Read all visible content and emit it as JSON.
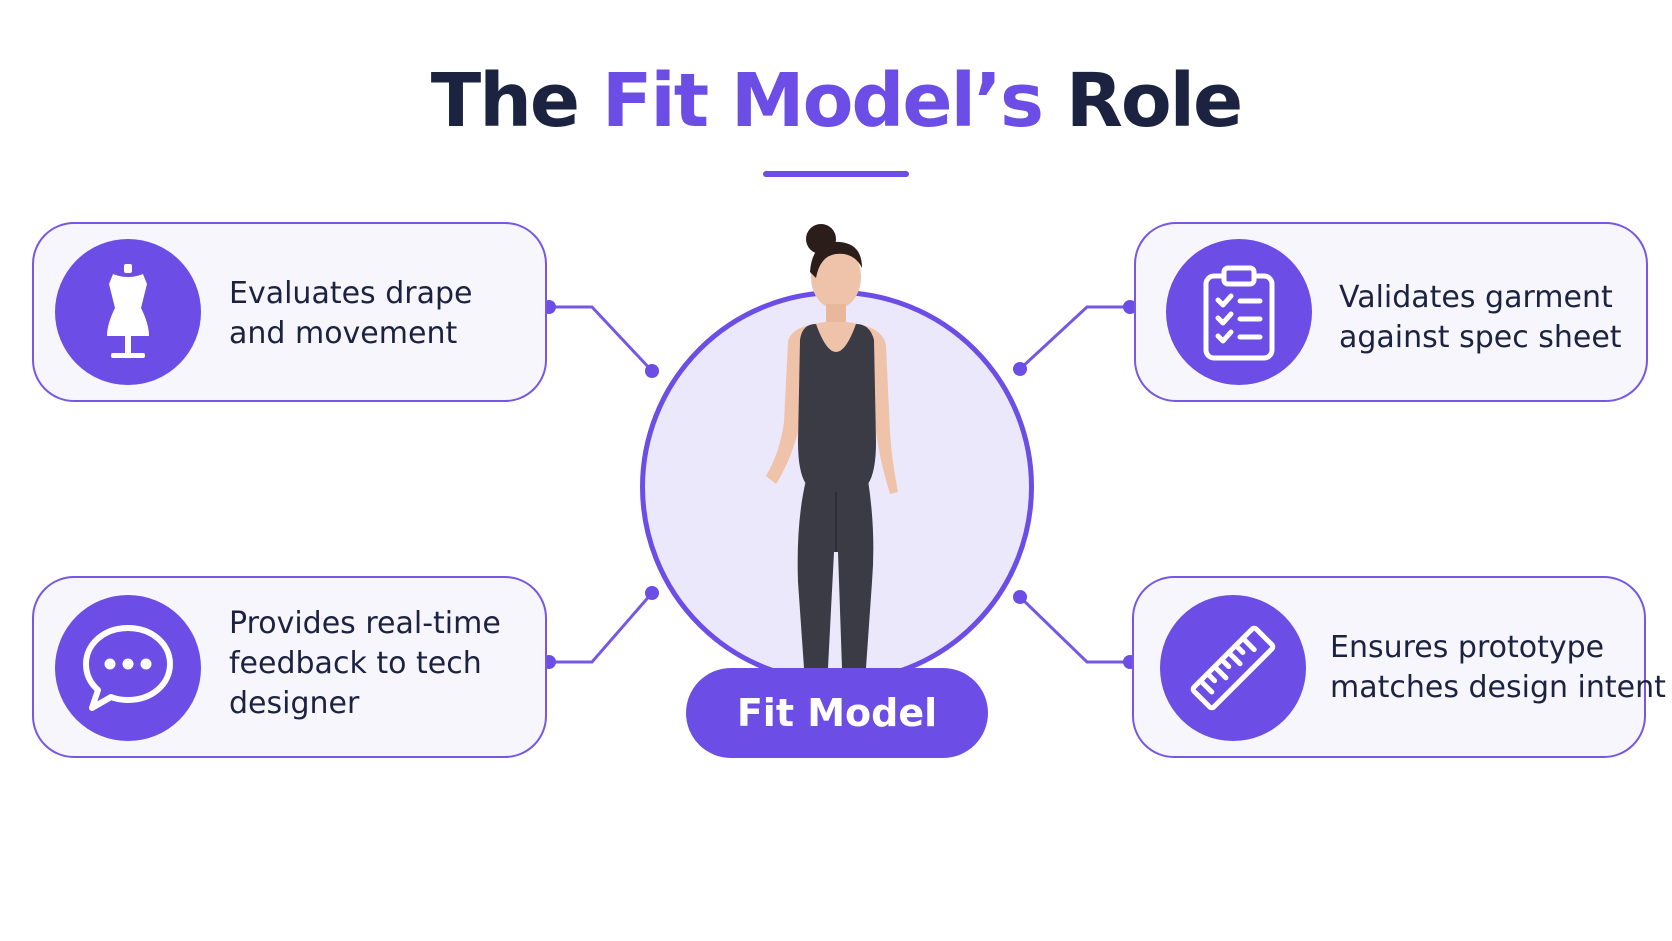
{
  "title": {
    "part1": "The ",
    "accent": "Fit Model’s",
    "part2": " Role"
  },
  "hub": {
    "label": "Fit Model",
    "image": "fit-model-figure"
  },
  "cards": {
    "top_left": {
      "icon": "dress-form-icon",
      "lines": [
        "Evaluates drape",
        "and movement"
      ]
    },
    "top_right": {
      "icon": "clipboard-checklist-icon",
      "lines": [
        "Validates garment",
        "against spec sheet"
      ]
    },
    "bottom_left": {
      "icon": "chat-bubble-icon",
      "lines": [
        "Provides real-time",
        "feedback to tech",
        "designer"
      ]
    },
    "bottom_right": {
      "icon": "ruler-icon",
      "lines": [
        "Ensures prototype",
        "matches design intent"
      ]
    }
  },
  "colors": {
    "accent": "#6c4de6",
    "title": "#1c2340",
    "card_bg": "#f7f6fd",
    "hub_bg": "#ece8fb"
  }
}
